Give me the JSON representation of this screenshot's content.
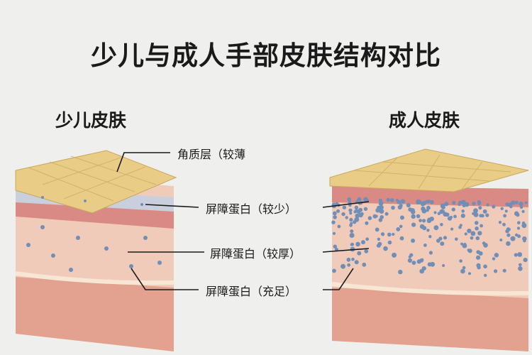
{
  "title": "少儿与成人手部皮肤结构对比",
  "child": {
    "heading": "少儿皮肤"
  },
  "adult": {
    "heading": "成人皮肤"
  },
  "labels": {
    "stratum_corneum": "角质层（较薄",
    "barrier_less": "屏障蛋白（较少）",
    "barrier_thicker": "屏障蛋白（较厚）",
    "barrier_ample": "屏障蛋白（充足）"
  },
  "colors": {
    "corneum": "#e9cc86",
    "barrier": "#d98a84",
    "dermis": "#f1cbb9",
    "deep": "#e2a28f",
    "dots": "#6f8fb8"
  }
}
